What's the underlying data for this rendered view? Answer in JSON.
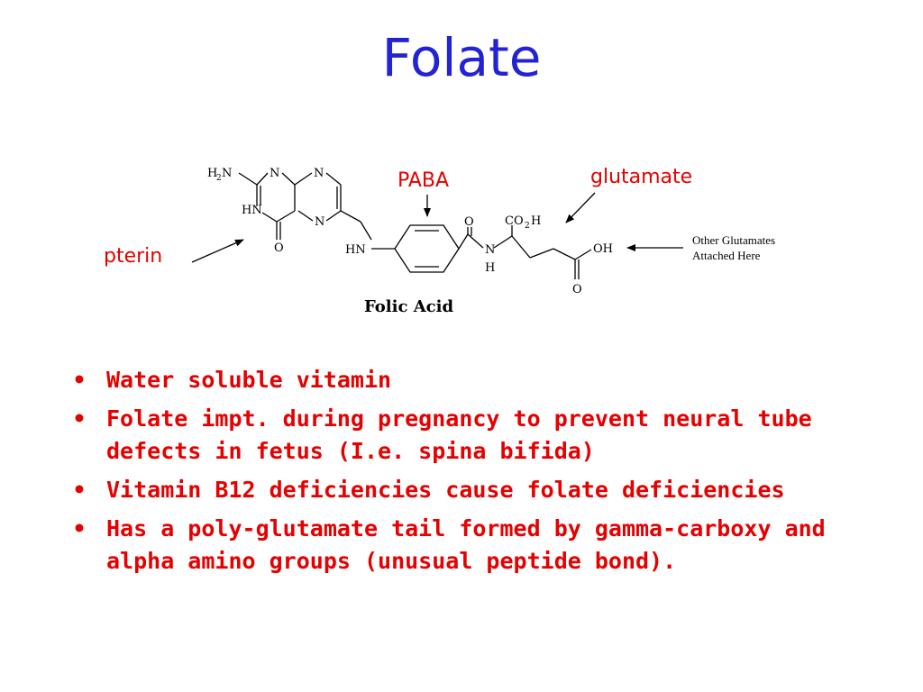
{
  "title": "Folate",
  "labels": {
    "pterin": "pterin",
    "paba": "PABA",
    "glutamate": "glutamate"
  },
  "structure": {
    "caption": "Folic Acid",
    "atoms": {
      "h2n_h": "H",
      "h2n_2": "2",
      "h2n_n": "N",
      "n1": "N",
      "n2": "N",
      "hn_ring": "HN",
      "n3": "N",
      "o_ring": "O",
      "hn_link": "HN",
      "o_amide": "O",
      "n_amide": "N",
      "h_amide": "H",
      "co2h_co": "CO",
      "co2h_2": "2",
      "co2h_h": "H",
      "oh": "OH",
      "o_tail": "O"
    },
    "note_line1": "Other Glutamates",
    "note_line2": "Attached Here"
  },
  "bullets": [
    "Water soluble vitamin",
    "Folate impt. during pregnancy to prevent neural tube defects in fetus (I.e. spina bifida)",
    "Vitamin B12 deficiencies cause folate deficiencies",
    "Has a poly-glutamate tail formed by gamma-carboxy and alpha amino groups (unusual peptide bond)."
  ],
  "bullet_marker": "•",
  "colors": {
    "title": "#2323d6",
    "text": "#e60000",
    "structure": "#000000"
  }
}
